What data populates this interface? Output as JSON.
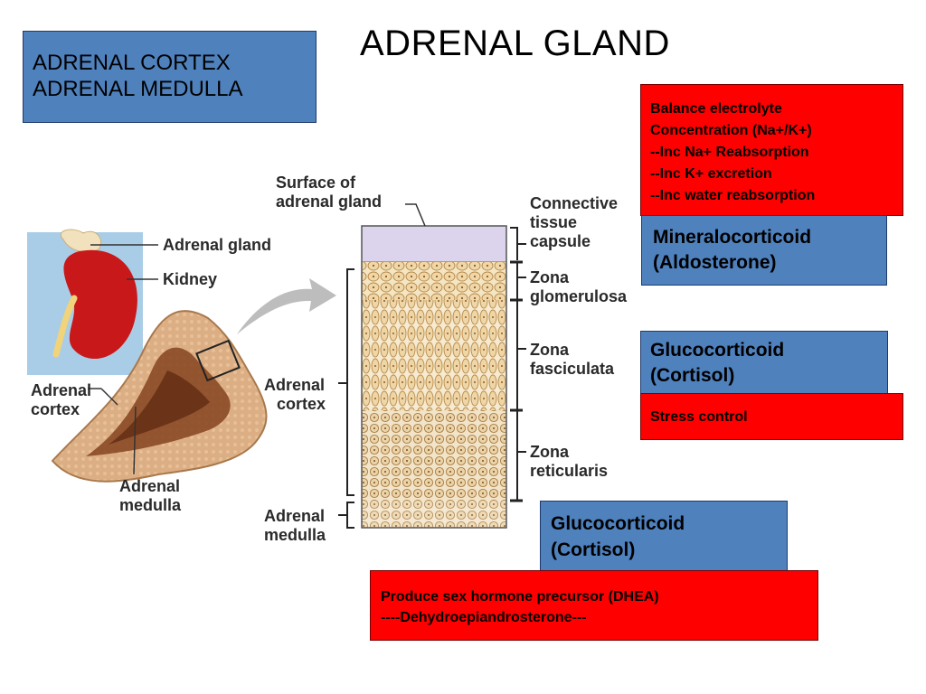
{
  "title": "ADRENAL GLAND",
  "top_box": {
    "line1": "ADRENAL CORTEX",
    "line2": "ADRENAL MEDULLA"
  },
  "zones": {
    "glomerulosa": {
      "hormone": {
        "line1": "Mineralocorticoid",
        "line2": "(Aldosterone)"
      },
      "function": {
        "line1": "Balance electrolyte",
        "line2": "Concentration (Na+/K+)",
        "line3": "--Inc Na+ Reabsorption",
        "line4": "--Inc K+ excretion",
        "line5": "--Inc water reabsorption"
      }
    },
    "fasciculata": {
      "hormone": {
        "line1": "Glucocorticoid",
        "line2": "(Cortisol)"
      },
      "function": {
        "line1": "Stress control"
      }
    },
    "reticularis": {
      "hormone": {
        "line1": "Glucocorticoid",
        "line2": "(Cortisol)"
      },
      "function": {
        "line1": "Produce sex hormone precursor (DHEA)",
        "line2": "----Dehydroepiandrosterone---"
      }
    }
  },
  "figure_labels": {
    "adrenal_gland": "Adrenal gland",
    "kidney": "Kidney",
    "adrenal_cortex_left_1": "Adrenal",
    "adrenal_cortex_left_2": "cortex",
    "adrenal_medulla_left_1": "Adrenal",
    "adrenal_medulla_left_2": "medulla",
    "surface_1": "Surface of",
    "surface_2": "adrenal gland",
    "adrenal_cortex_mid_1": "Adrenal",
    "adrenal_cortex_mid_2": "cortex",
    "adrenal_medulla_mid_1": "Adrenal",
    "adrenal_medulla_mid_2": "medulla",
    "capsule_1": "Connective",
    "capsule_2": "tissue",
    "capsule_3": "capsule",
    "glomerulosa_1": "Zona",
    "glomerulosa_2": "glomerulosa",
    "fasciculata_1": "Zona",
    "fasciculata_2": "fasciculata",
    "reticularis_1": "Zona",
    "reticularis_2": "reticularis"
  },
  "colors": {
    "box_blue": "#4f81bd",
    "box_red": "#ff0000",
    "kidney_red": "#c8181a",
    "gland_tan": "#d9a77a",
    "capsule_lavender": "#dcd4ec"
  }
}
